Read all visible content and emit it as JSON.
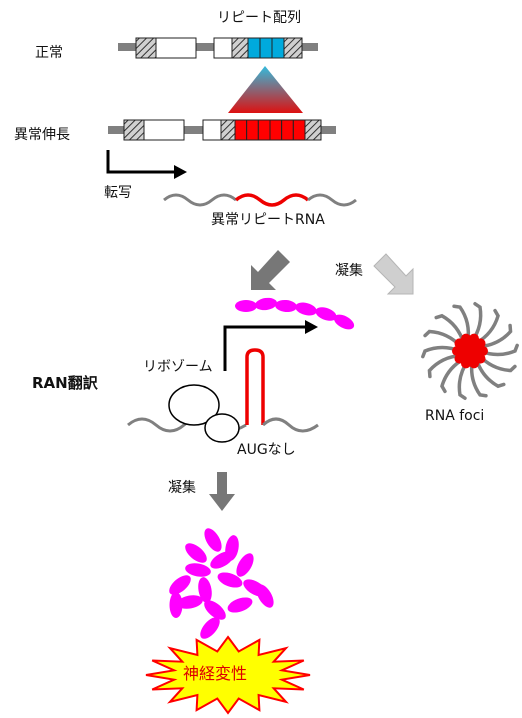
{
  "labels": {
    "repeat_seq": "リピート配列",
    "normal": "正常",
    "abnormal_expansion": "異常伸長",
    "transcription": "転写",
    "abnormal_repeat_rna": "異常リピートRNA",
    "aggregation_top": "凝集",
    "ran_translation": "RAN翻訳",
    "ribosome": "リボゾーム",
    "no_aug": "AUGなし",
    "rna_foci": "RNA foci",
    "aggregation_bottom": "凝集",
    "neurodegeneration": "神経変性"
  },
  "colors": {
    "repeat_normal": "#00aadd",
    "repeat_expanded": "#ff0000",
    "gradient_top": "#33bbdd",
    "gradient_bottom": "#dd1111",
    "protein": "#ff00ff",
    "rna_gray": "#808080",
    "rna_red": "#ee0000",
    "arrow_dark": "#777777",
    "arrow_light": "#cfcfcf",
    "burst_fill": "#ffff00",
    "burst_stroke": "#ff0000"
  },
  "normal_repeat_count": 3,
  "expanded_repeat_count": 6
}
